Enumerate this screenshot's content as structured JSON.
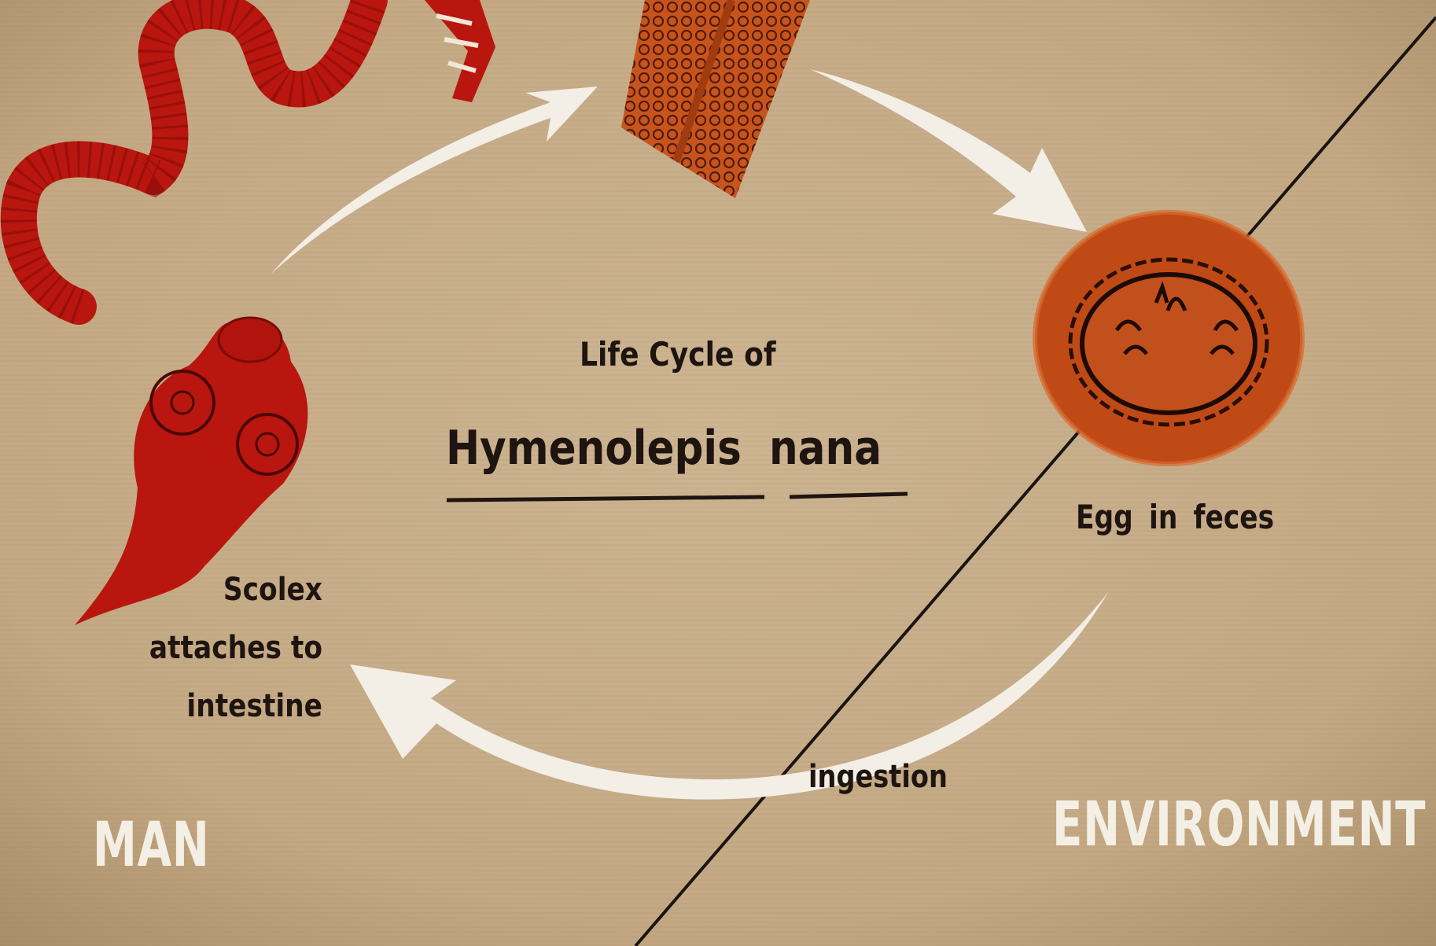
{
  "diagram": {
    "heading_line1": "Life Cycle of",
    "heading_line2": "Hymenolepis nana",
    "labels": {
      "egg": "Egg in feces",
      "scolex": "Scolex attaches to intestine",
      "ingestion": "ingestion",
      "man": "MAN",
      "environment": "ENVIRONMENT"
    }
  },
  "colors": {
    "background": "#c4aa86",
    "organism_red": "#b8160e",
    "segment_orange": "#c8541c",
    "egg_orange": "#bf4a16",
    "arrow_white": "#f3eee6",
    "text_dark": "#1e1410",
    "divider_line": "#1a1410"
  },
  "icons": [
    "tapeworm-body",
    "gravid-proglottid",
    "egg-in-feces",
    "scolex-head",
    "cycle-arrow"
  ]
}
